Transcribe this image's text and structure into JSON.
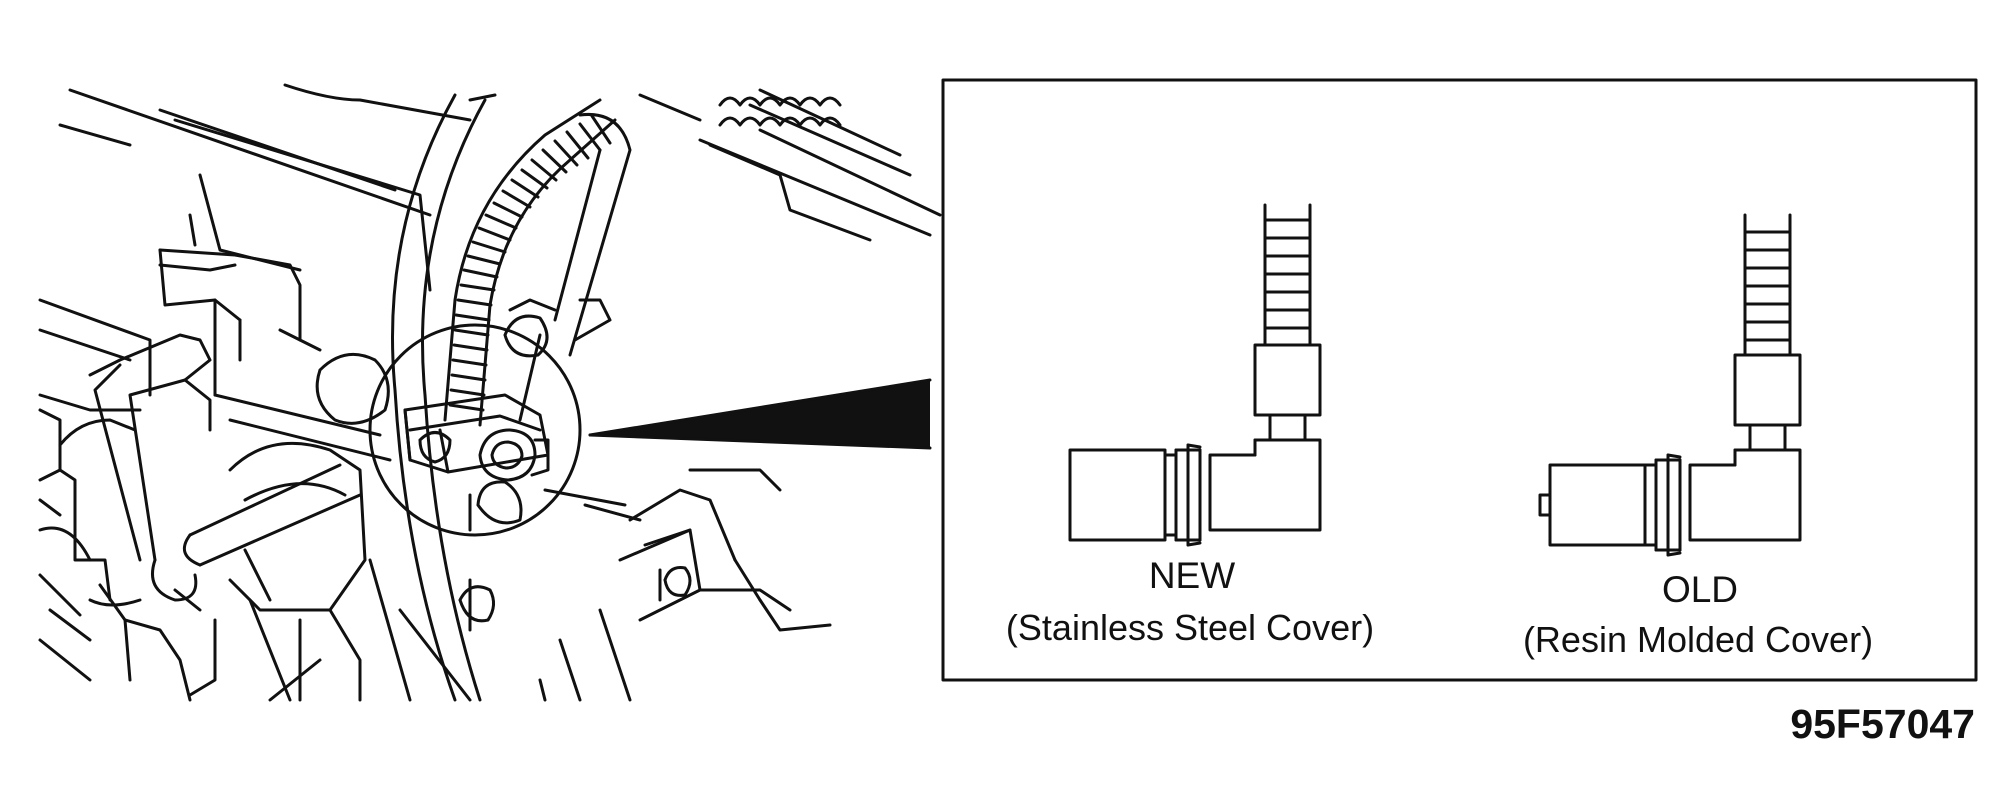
{
  "diagram": {
    "new_part": {
      "label": "NEW",
      "description": "(Stainless Steel Cover)"
    },
    "old_part": {
      "label": "OLD",
      "description": "(Resin Molded Cover)"
    },
    "figure_code": "95F57047"
  },
  "colors": {
    "line": "#111111",
    "background": "#ffffff"
  }
}
